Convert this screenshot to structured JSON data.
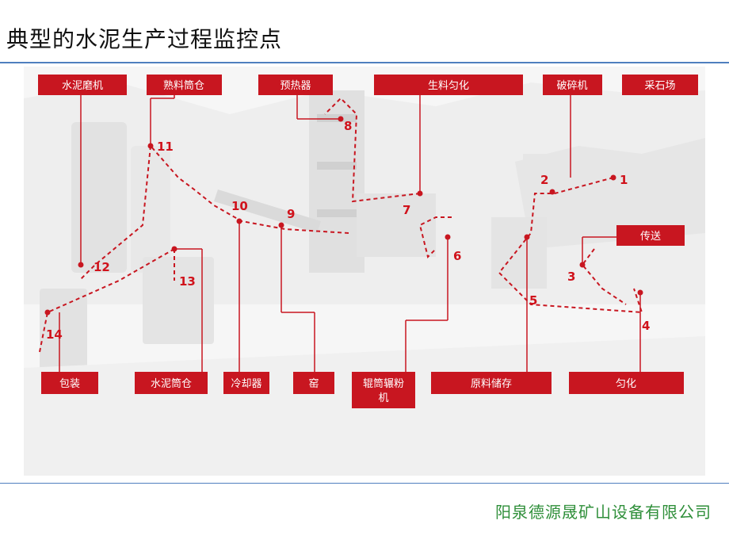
{
  "page": {
    "title": "典型的水泥生产过程监控点",
    "footer": "阳泉德源晟矿山设备有限公司"
  },
  "labels": {
    "cement_mill": "水泥磨机",
    "clinker_silo": "熟料筒仓",
    "preheater": "预热器",
    "raw_homogenize": "生料匀化",
    "crusher": "破碎机",
    "quarry": "采石场",
    "conveyor": "传送",
    "packing": "包装",
    "cement_silo": "水泥筒仓",
    "cooler": "冷却器",
    "kiln": "窑",
    "roller_mill_1": "辊筒辗粉",
    "roller_mill_2": "机",
    "raw_storage": "原料储存",
    "homogenize": "匀化"
  },
  "points": {
    "p1": "1",
    "p2": "2",
    "p3": "3",
    "p4": "4",
    "p5": "5",
    "p6": "6",
    "p7": "7",
    "p8": "8",
    "p9": "9",
    "p10": "10",
    "p11": "11",
    "p12": "12",
    "p13": "13",
    "p14": "14"
  },
  "colors": {
    "accent": "#c81620",
    "rule": "#4f7fbf",
    "footer": "#2f8f3a"
  }
}
